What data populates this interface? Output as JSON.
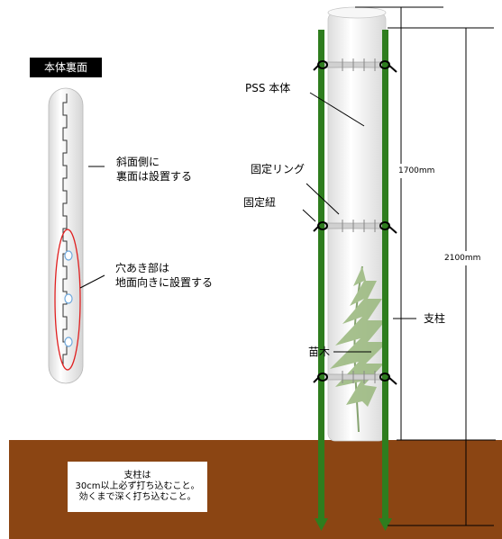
{
  "back_view": {
    "title": "本体裏面",
    "slope_note": [
      "斜面側に",
      "裏面は設置する"
    ],
    "hole_note": [
      "穴あき部は",
      "地面向きに設置する"
    ]
  },
  "main_view": {
    "body_label": "PSS 本体",
    "ring_label": "固定リング",
    "string_label": "固定紐",
    "seedling_label": "苗木",
    "post_label": "支柱",
    "dim_inner": "1700mm",
    "dim_outer": "2100mm"
  },
  "notice": [
    "支柱は",
    "30cm以上必ず打ち込むこと。",
    "効くまで深く打ち込むこと。"
  ],
  "colors": {
    "ground": "#8b4513",
    "post": "#2e7d1e",
    "tube": "#f2f2f2",
    "hole_outline": "#e02020",
    "hole_fill": "#6fa8dc",
    "seedling": "#9dba82"
  }
}
